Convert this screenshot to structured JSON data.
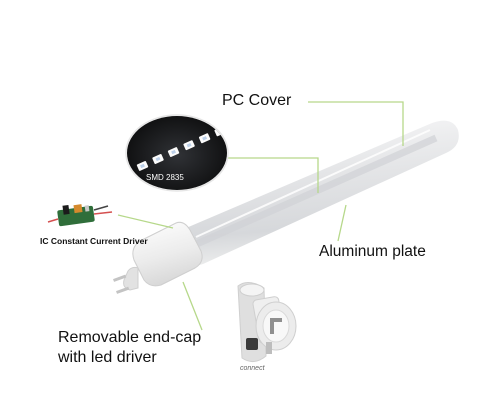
{
  "labels": {
    "pc_cover": "PC Cover",
    "aluminum_plate": "Aluminum plate",
    "endcap_line1": "Removable end-cap",
    "endcap_line2": "with led driver",
    "driver": "IC Constant Current Driver",
    "smd": "SMD 2835",
    "connect": "connect"
  },
  "colors": {
    "leader_line": "#b6d88a",
    "tube_body": "#e6e7e8",
    "aluminum_strip": "#d3d5d8",
    "end_cap": "#f1f1f1",
    "led_panel_bg": "#0b0b0b",
    "led_chip": "#fbfbfb",
    "driver_board": "#2f6e3a"
  },
  "icons": [
    "led-tube",
    "end-cap",
    "g13-pins",
    "led-chip-strip",
    "driver-board",
    "removed-end-cap"
  ]
}
